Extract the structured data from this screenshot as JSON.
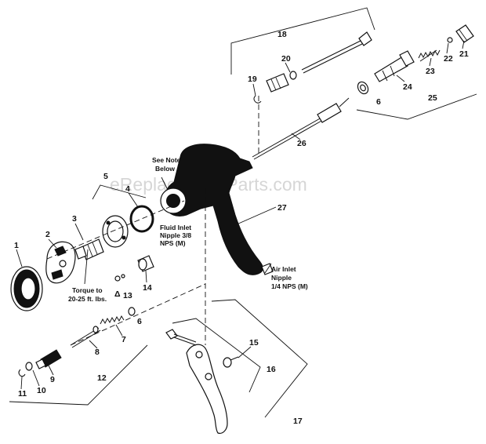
{
  "watermark": "eReplacementParts.com",
  "callouts": {
    "c1": "1",
    "c2": "2",
    "c3": "3",
    "c4": "4",
    "c5": "5",
    "c6a": "6",
    "c6b": "6",
    "c7": "7",
    "c8": "8",
    "c9": "9",
    "c10": "10",
    "c11": "11",
    "c12": "12",
    "c13": "13",
    "c14": "14",
    "c15": "15",
    "c16": "16",
    "c17": "17",
    "c18": "18",
    "c19": "19",
    "c20": "20",
    "c21": "21",
    "c22": "22",
    "c23": "23",
    "c24": "24",
    "c25": "25",
    "c26": "26",
    "c27": "27"
  },
  "delta_symbol": "Δ",
  "notes": {
    "see_note_1": "See Note",
    "see_note_2": "Below",
    "fluid_inlet_1": "Fluid Inlet",
    "fluid_inlet_2": "Nipple 3/8",
    "fluid_inlet_3": "NPS (M)",
    "torque_1": "Torque to",
    "torque_2": "20-25 ft. lbs.",
    "air_inlet_1": "Air Inlet",
    "air_inlet_2": "Nipple",
    "air_inlet_3": "1/4 NPS (M)"
  }
}
